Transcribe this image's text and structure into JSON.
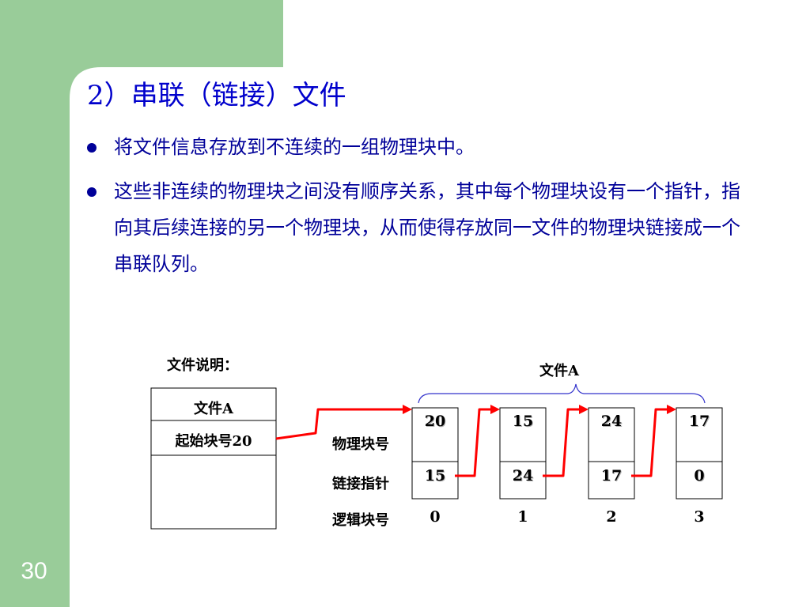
{
  "slide": {
    "page_number": "30",
    "title": "2）串联（链接）文件",
    "bullets": [
      "将文件信息存放到不连续的一组物理块中。",
      "这些非连续的物理块之间没有顺序关系，其中每个物理块设有一个指针，指向其后续连接的另一个物理块，从而使得存放同一文件的物理块链接成一个串联队列。"
    ]
  },
  "diagram": {
    "directory_label": "文件说明：",
    "directory_entry": {
      "name": "文件A",
      "start": "起始块号20"
    },
    "file_label": "文件A",
    "row_labels": {
      "physical": "物理块号",
      "pointer": "链接指针",
      "logical": "逻辑块号"
    },
    "blocks": [
      {
        "physical": "20",
        "pointer": "15",
        "logical": "0"
      },
      {
        "physical": "15",
        "pointer": "24",
        "logical": "1"
      },
      {
        "physical": "24",
        "pointer": "17",
        "logical": "2"
      },
      {
        "physical": "17",
        "pointer": "0",
        "logical": "3"
      }
    ]
  },
  "colors": {
    "sidebar": "#99cc99",
    "title": "#0000cc",
    "bullet_text": "#000099",
    "arrow": "#ff0000",
    "brace": "#3333cc"
  }
}
